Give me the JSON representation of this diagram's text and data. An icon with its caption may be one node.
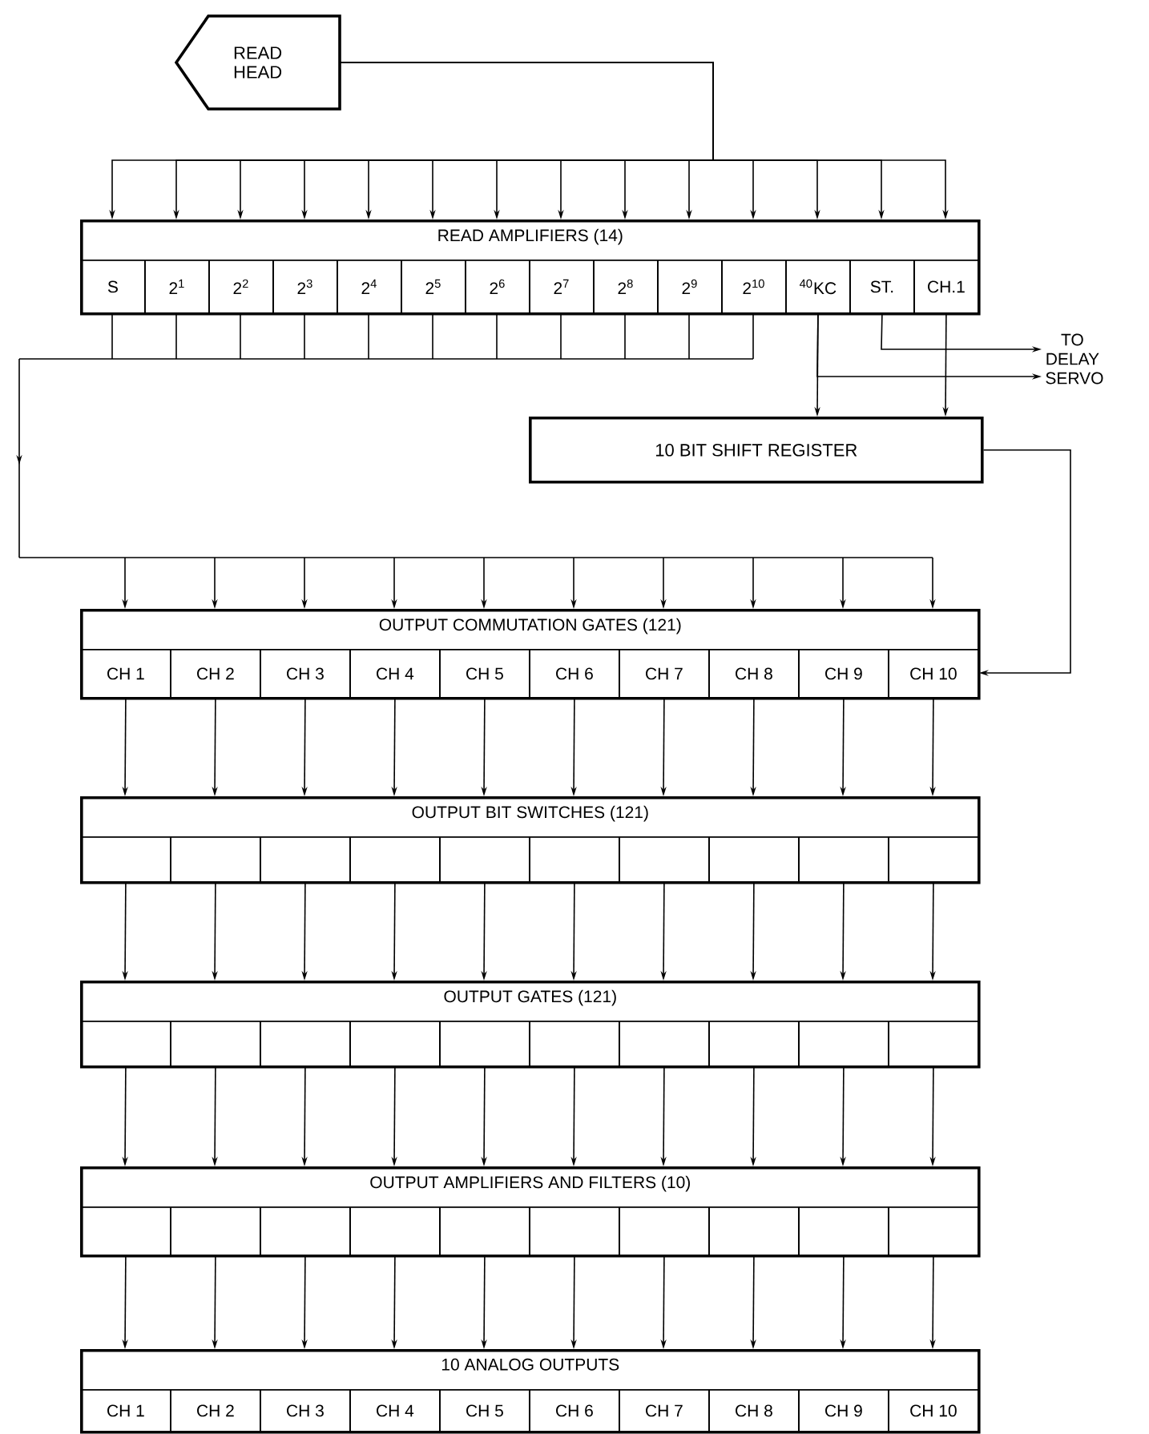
{
  "diagram": {
    "nodes": [
      {
        "text": [
          "READ HEAD"
        ]
      },
      {
        "text": [
          "READ AMPLIFIERS (14)"
        ]
      },
      {
        "text": [
          "S"
        ],
        "in": 1
      },
      {
        "text": [
          "2$^{1}$"
        ],
        "in": 1
      },
      {
        "text": [
          "2$^{2}$"
        ],
        "in": 1
      },
      {
        "text": [
          "2$^{3}$"
        ],
        "in": 1
      },
      {
        "text": [
          "2$^{4}$"
        ],
        "in": 1
      },
      {
        "text": [
          "2$^{5}$"
        ],
        "in": 1
      },
      {
        "text": [
          "2$^{6}$"
        ],
        "in": 1
      },
      {
        "text": [
          "2$^{7}$"
        ],
        "in": 1
      },
      {
        "text": [
          "2$^{8}$"
        ],
        "in": 1
      },
      {
        "text": [
          "2$^{9}$"
        ],
        "in": 1
      },
      {
        "text": [
          "2$^{10}$"
        ],
        "in": 1
      },
      {
        "text": [
          "$^{40}$KC"
        ],
        "in": 1
      },
      {
        "text": [
          "ST."
        ],
        "in": 1
      },
      {
        "text": [
          "CH.1"
        ],
        "in": 1
      },
      {
        "text": [
          "TO DELAY SERVO"
        ]
      },
      {
        "text": [
          "10 BIT SHIFT REGISTER"
        ]
      },
      {
        "text": [
          "OUTPUT COMMUTATION GATES (121)"
        ]
      },
      {
        "text": [
          "CH 1"
        ],
        "in": 18
      },
      {
        "text": [
          "CH 2"
        ],
        "in": 18
      },
      {
        "text": [
          "CH 3"
        ],
        "in": 18
      },
      {
        "text": [
          "CH 4"
        ],
        "in": 18
      },
      {
        "text": [
          "CH 5"
        ],
        "in": 18
      },
      {
        "text": [
          "CH 6"
        ],
        "in": 18
      },
      {
        "text": [
          "CH 7"
        ],
        "in": 18
      },
      {
        "text": [
          "CH 8"
        ],
        "in": 18
      },
      {
        "text": [
          "CH 9"
        ],
        "in": 18
      },
      {
        "text": [
          "CH 10"
        ],
        "in": 18
      },
      {
        "text": [
          "OUTPUT BIT SWITCHES (121)"
        ]
      },
      {
        "text": [],
        "shape": "box",
        "in": 29
      },
      {
        "text": [],
        "shape": "box",
        "in": 29
      },
      {
        "text": [],
        "shape": "box",
        "in": 29
      },
      {
        "text": [],
        "shape": "box",
        "in": 29
      },
      {
        "text": [],
        "shape": "box",
        "in": 29
      },
      {
        "text": [],
        "shape": "box",
        "in": 29
      },
      {
        "text": [],
        "shape": "box",
        "in": 29
      },
      {
        "text": [],
        "shape": "box",
        "in": 29
      },
      {
        "text": [],
        "shape": "box",
        "in": 29
      },
      {
        "text": [],
        "shape": "box",
        "in": 29
      },
      {
        "text": [
          "OUTPUT GATES (121)"
        ]
      },
      {
        "text": [],
        "shape": "box",
        "in": 40
      },
      {
        "text": [],
        "shape": "box",
        "in": 40
      },
      {
        "text": [],
        "shape": "box",
        "in": 40
      },
      {
        "text": [],
        "shape": "box",
        "in": 40
      },
      {
        "text": [],
        "shape": "box",
        "in": 40
      },
      {
        "text": [],
        "shape": "box",
        "in": 40
      },
      {
        "text": [],
        "shape": "box",
        "in": 40
      },
      {
        "text": [],
        "shape": "box",
        "in": 40
      },
      {
        "text": [],
        "shape": "box",
        "in": 40
      },
      {
        "text": [],
        "shape": "box",
        "in": 40
      },
      {
        "text": [
          "OUTPUT AMPLIFIERS AND FILTERS (10)"
        ]
      },
      {
        "text": [],
        "shape": "box",
        "in": 51
      },
      {
        "text": [],
        "shape": "box",
        "in": 51
      },
      {
        "text": [],
        "shape": "box",
        "in": 51
      },
      {
        "text": [],
        "shape": "box",
        "in": 51
      },
      {
        "text": [],
        "shape": "box",
        "in": 51
      },
      {
        "text": [],
        "shape": "box",
        "in": 51
      },
      {
        "text": [],
        "shape": "box",
        "in": 51
      },
      {
        "text": [],
        "shape": "box",
        "in": 51
      },
      {
        "text": [],
        "shape": "box",
        "in": 51
      },
      {
        "text": [],
        "shape": "box",
        "in": 51
      },
      {
        "text": [
          "10 ANALOG OUTPUTS"
        ]
      },
      {
        "text": [
          "CH 1"
        ],
        "in": 62
      },
      {
        "text": [
          "CH 2"
        ],
        "in": 62
      },
      {
        "text": [
          "CH 3"
        ],
        "in": 62
      },
      {
        "text": [
          "CH 4"
        ],
        "in": 62
      },
      {
        "text": [
          "CH 5"
        ],
        "in": 62
      },
      {
        "text": [
          "CH 6"
        ],
        "in": 62
      },
      {
        "text": [
          "CH 7"
        ],
        "in": 62
      },
      {
        "text": [
          "CH 8"
        ],
        "in": 62
      },
      {
        "text": [
          "CH 9"
        ],
        "in": 62
      },
      {
        "text": [
          "CH 10"
        ],
        "in": 62
      }
    ],
    "edges": [
      {
        "from": 0,
        "to": 2,
        "arrow": "to"
      },
      {
        "from": 0,
        "to": 3,
        "arrow": "to"
      },
      {
        "from": 0,
        "to": 4,
        "arrow": "to"
      },
      {
        "from": 0,
        "to": 5,
        "arrow": "to"
      },
      {
        "from": 0,
        "to": 6,
        "arrow": "to"
      },
      {
        "from": 0,
        "to": 7,
        "arrow": "to"
      },
      {
        "from": 0,
        "to": 8,
        "arrow": "to"
      },
      {
        "from": 0,
        "to": 9,
        "arrow": "to"
      },
      {
        "from": 0,
        "to": 10,
        "arrow": "to"
      },
      {
        "from": 0,
        "to": 11,
        "arrow": "to"
      },
      {
        "from": 0,
        "to": 12,
        "arrow": "to"
      },
      {
        "from": 0,
        "to": 13,
        "arrow": "to"
      },
      {
        "from": 0,
        "to": 14,
        "arrow": "to"
      },
      {
        "from": 0,
        "to": 15,
        "arrow": "to"
      },
      {
        "from": 2,
        "to": 18,
        "arrow": "to"
      },
      {
        "from": 3,
        "to": 18,
        "arrow": "to"
      },
      {
        "from": 4,
        "to": 18,
        "arrow": "to"
      },
      {
        "from": 5,
        "to": 18,
        "arrow": "to"
      },
      {
        "from": 6,
        "to": 18,
        "arrow": "to"
      },
      {
        "from": 7,
        "to": 18,
        "arrow": "to"
      },
      {
        "from": 8,
        "to": 18,
        "arrow": "to"
      },
      {
        "from": 9,
        "to": 18,
        "arrow": "to"
      },
      {
        "from": 10,
        "to": 18,
        "arrow": "to"
      },
      {
        "from": 11,
        "to": 18,
        "arrow": "to"
      },
      {
        "from": 12,
        "to": 18,
        "arrow": "to"
      },
      {
        "from": 13,
        "to": 16,
        "arrow": "to"
      },
      {
        "from": 14,
        "to": 16,
        "arrow": "to"
      },
      {
        "from": 13,
        "to": 17,
        "arrow": "to"
      },
      {
        "from": 15,
        "to": 17,
        "arrow": "to"
      },
      {
        "from": 17,
        "to": 28,
        "arrow": "to"
      },
      {
        "from": 19,
        "to": 30,
        "arrow": "to"
      },
      {
        "from": 20,
        "to": 31,
        "arrow": "to"
      },
      {
        "from": 21,
        "to": 32,
        "arrow": "to"
      },
      {
        "from": 22,
        "to": 33,
        "arrow": "to"
      },
      {
        "from": 23,
        "to": 34,
        "arrow": "to"
      },
      {
        "from": 24,
        "to": 35,
        "arrow": "to"
      },
      {
        "from": 25,
        "to": 36,
        "arrow": "to"
      },
      {
        "from": 26,
        "to": 37,
        "arrow": "to"
      },
      {
        "from": 27,
        "to": 38,
        "arrow": "to"
      },
      {
        "from": 28,
        "to": 39,
        "arrow": "to"
      },
      {
        "from": 30,
        "to": 41,
        "arrow": "to"
      },
      {
        "from": 31,
        "to": 42,
        "arrow": "to"
      },
      {
        "from": 32,
        "to": 43,
        "arrow": "to"
      },
      {
        "from": 33,
        "to": 44,
        "arrow": "to"
      },
      {
        "from": 34,
        "to": 45,
        "arrow": "to"
      },
      {
        "from": 35,
        "to": 46,
        "arrow": "to"
      },
      {
        "from": 36,
        "to": 47,
        "arrow": "to"
      },
      {
        "from": 37,
        "to": 48,
        "arrow": "to"
      },
      {
        "from": 38,
        "to": 49,
        "arrow": "to"
      },
      {
        "from": 39,
        "to": 50,
        "arrow": "to"
      },
      {
        "from": 41,
        "to": 52,
        "arrow": "to"
      },
      {
        "from": 42,
        "to": 53,
        "arrow": "to"
      },
      {
        "from": 43,
        "to": 54,
        "arrow": "to"
      },
      {
        "from": 44,
        "to": 55,
        "arrow": "to"
      },
      {
        "from": 45,
        "to": 56,
        "arrow": "to"
      },
      {
        "from": 46,
        "to": 57,
        "arrow": "to"
      },
      {
        "from": 47,
        "to": 58,
        "arrow": "to"
      },
      {
        "from": 48,
        "to": 59,
        "arrow": "to"
      },
      {
        "from": 49,
        "to": 60,
        "arrow": "to"
      },
      {
        "from": 50,
        "to": 61,
        "arrow": "to"
      },
      {
        "from": 52,
        "to": 63,
        "arrow": "to"
      },
      {
        "from": 53,
        "to": 64,
        "arrow": "to"
      },
      {
        "from": 54,
        "to": 65,
        "arrow": "to"
      },
      {
        "from": 55,
        "to": 66,
        "arrow": "to"
      },
      {
        "from": 56,
        "to": 67,
        "arrow": "to"
      },
      {
        "from": 57,
        "to": 68,
        "arrow": "to"
      },
      {
        "from": 58,
        "to": 69,
        "arrow": "to"
      },
      {
        "from": 59,
        "to": 70,
        "arrow": "to"
      },
      {
        "from": 60,
        "to": 71,
        "arrow": "to"
      },
      {
        "from": 61,
        "to": 72,
        "arrow": "to"
      }
    ]
  }
}
